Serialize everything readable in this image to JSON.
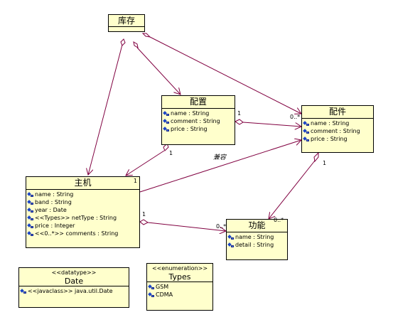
{
  "classes": {
    "kucun": {
      "title": "库存"
    },
    "peizhi": {
      "title": "配置",
      "attrs": [
        "name : String",
        "comment : String",
        "price : String"
      ]
    },
    "peijian": {
      "title": "配件",
      "attrs": [
        "name : String",
        "comment : String",
        "price : String"
      ]
    },
    "zhuji": {
      "title": "主机",
      "multiplicity": "1",
      "attrs": [
        "name : String",
        "band : String",
        "year : Date",
        "<<Types>> netType : String",
        "price : Integer",
        "<<0..*>> comments : String"
      ]
    },
    "gongneng": {
      "title": "功能",
      "attrs": [
        "name : String",
        "detail : String"
      ]
    },
    "date": {
      "stereotype": "<<datatype>>",
      "title": "Date",
      "attrs": [
        "<<javaclass>> java.util.Date"
      ]
    },
    "types": {
      "stereotype": "<<enumeration>>",
      "title": "Types",
      "attrs": [
        "GSM",
        "CDMA"
      ]
    }
  },
  "multiplicities": {
    "peizhi_right": "1",
    "peijian_left": "0..*",
    "peizhi_bottom": "1",
    "peijian_bottom": "1",
    "zhuji_right": "1",
    "gongneng_left": "0..*",
    "gongneng_top": "0..*"
  },
  "association_label": "兼容",
  "colors": {
    "class_fill": "#ffffcc",
    "line": "#800040",
    "border": "#000000"
  }
}
